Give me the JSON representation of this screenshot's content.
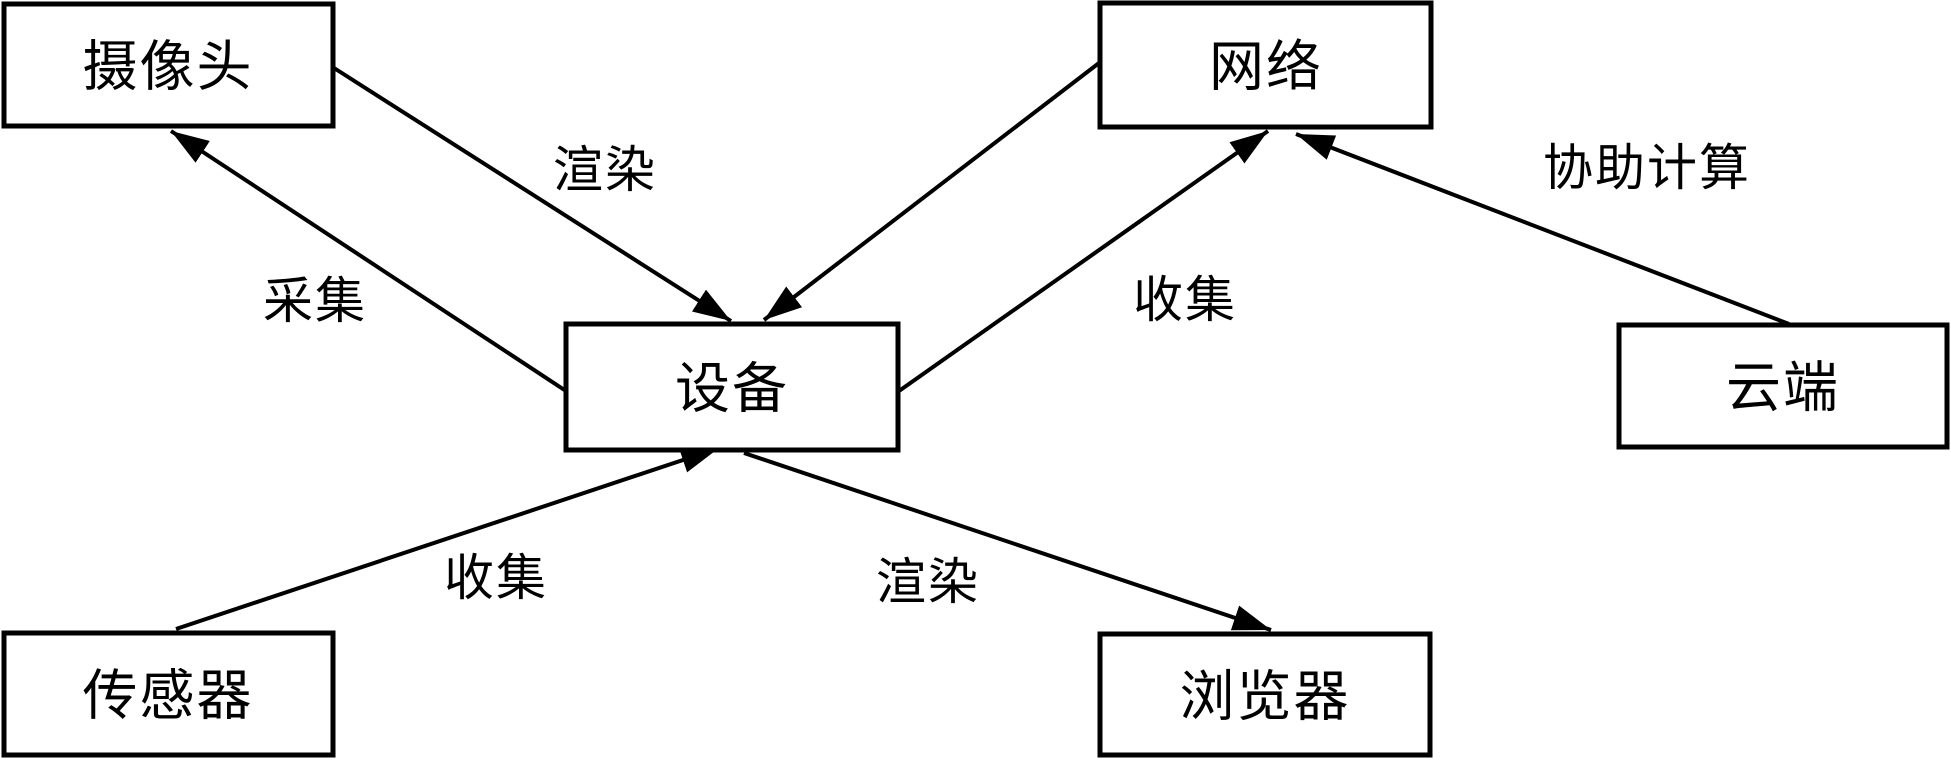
{
  "diagram": {
    "background_color": "#ffffff",
    "line_color": "#000000",
    "nodes": [
      {
        "id": "camera",
        "label": "摄像头"
      },
      {
        "id": "network",
        "label": "网络"
      },
      {
        "id": "device",
        "label": "设备"
      },
      {
        "id": "cloud",
        "label": "云端"
      },
      {
        "id": "sensor",
        "label": "传感器"
      },
      {
        "id": "browser",
        "label": "浏览器"
      }
    ],
    "edges": [
      {
        "from": "camera",
        "to": "device",
        "label": "渲染"
      },
      {
        "from": "device",
        "to": "camera",
        "label": "采集"
      },
      {
        "from": "network",
        "to": "device",
        "label": ""
      },
      {
        "from": "device",
        "to": "network",
        "label": "收集"
      },
      {
        "from": "cloud",
        "to": "network",
        "label": "协助计算"
      },
      {
        "from": "sensor",
        "to": "device",
        "label": "收集"
      },
      {
        "from": "device",
        "to": "browser",
        "label": "渲染"
      }
    ]
  }
}
